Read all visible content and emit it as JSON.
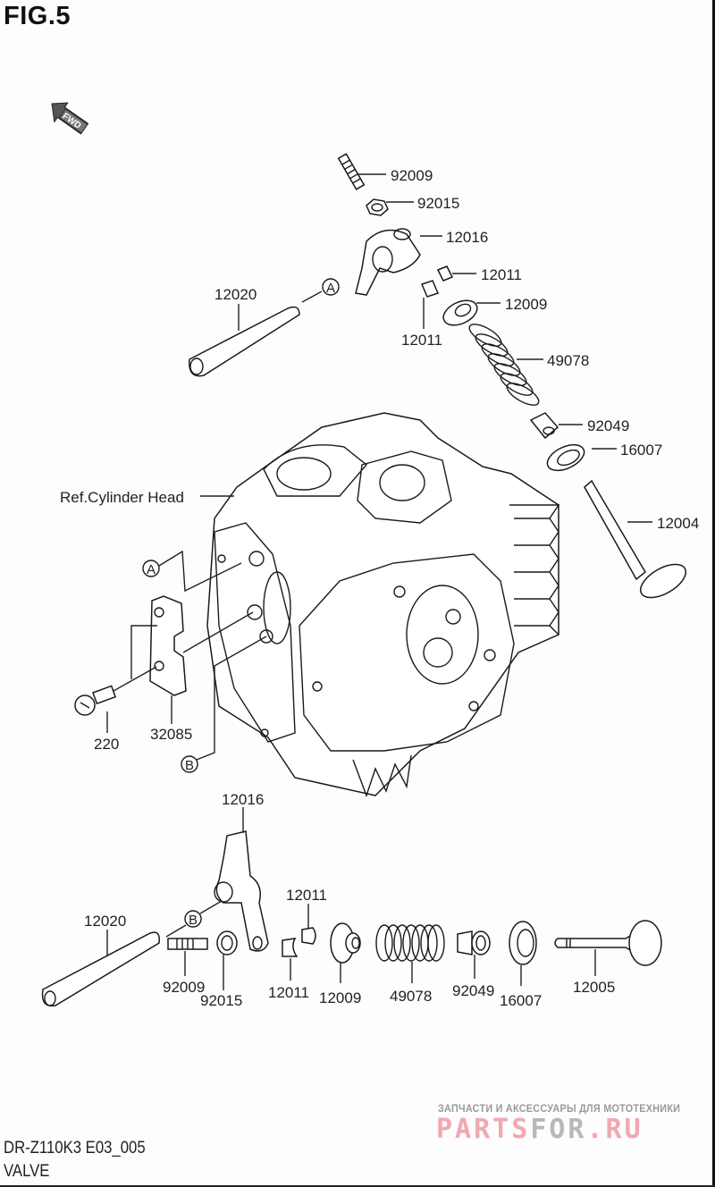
{
  "figure": {
    "title": "FIG.5",
    "direction_badge": "FWD"
  },
  "callouts": {
    "upper": {
      "adjust_screw": "92009",
      "lock_nut": "92015",
      "rocker_arm": "12016",
      "rocker_shaft": "12020",
      "cotter_a": "12011",
      "cotter_b": "12011",
      "spring_retainer": "12009",
      "valve_spring": "49078",
      "stem_seal": "92049",
      "spring_seat": "16007",
      "intake_valve": "12004"
    },
    "head": {
      "reference": "Ref.Cylinder Head",
      "bolt": "220",
      "plate": "32085"
    },
    "lower": {
      "rocker_arm": "12016",
      "rocker_shaft": "12020",
      "adjust_screw": "92009",
      "lock_nut": "92015",
      "cotter_a": "12011",
      "cotter_b": "12011",
      "spring_retainer": "12009",
      "valve_spring": "49078",
      "stem_seal": "92049",
      "spring_seat": "16007",
      "exhaust_valve": "12005"
    },
    "markers": {
      "a": "A",
      "b": "B"
    }
  },
  "footer": {
    "model_code": "DR-Z110K3 E03_005",
    "section_name": "VALVE"
  },
  "watermark": {
    "tagline": "ЗАПЧАСТИ И АКСЕССУАРЫ ДЛЯ МОТОТЕХНИКИ",
    "brand_part1": "PARTS",
    "brand_part2": "FOR",
    "brand_part3": ".RU",
    "pink": "#f2a8b0",
    "grey": "#b8b8b8"
  }
}
